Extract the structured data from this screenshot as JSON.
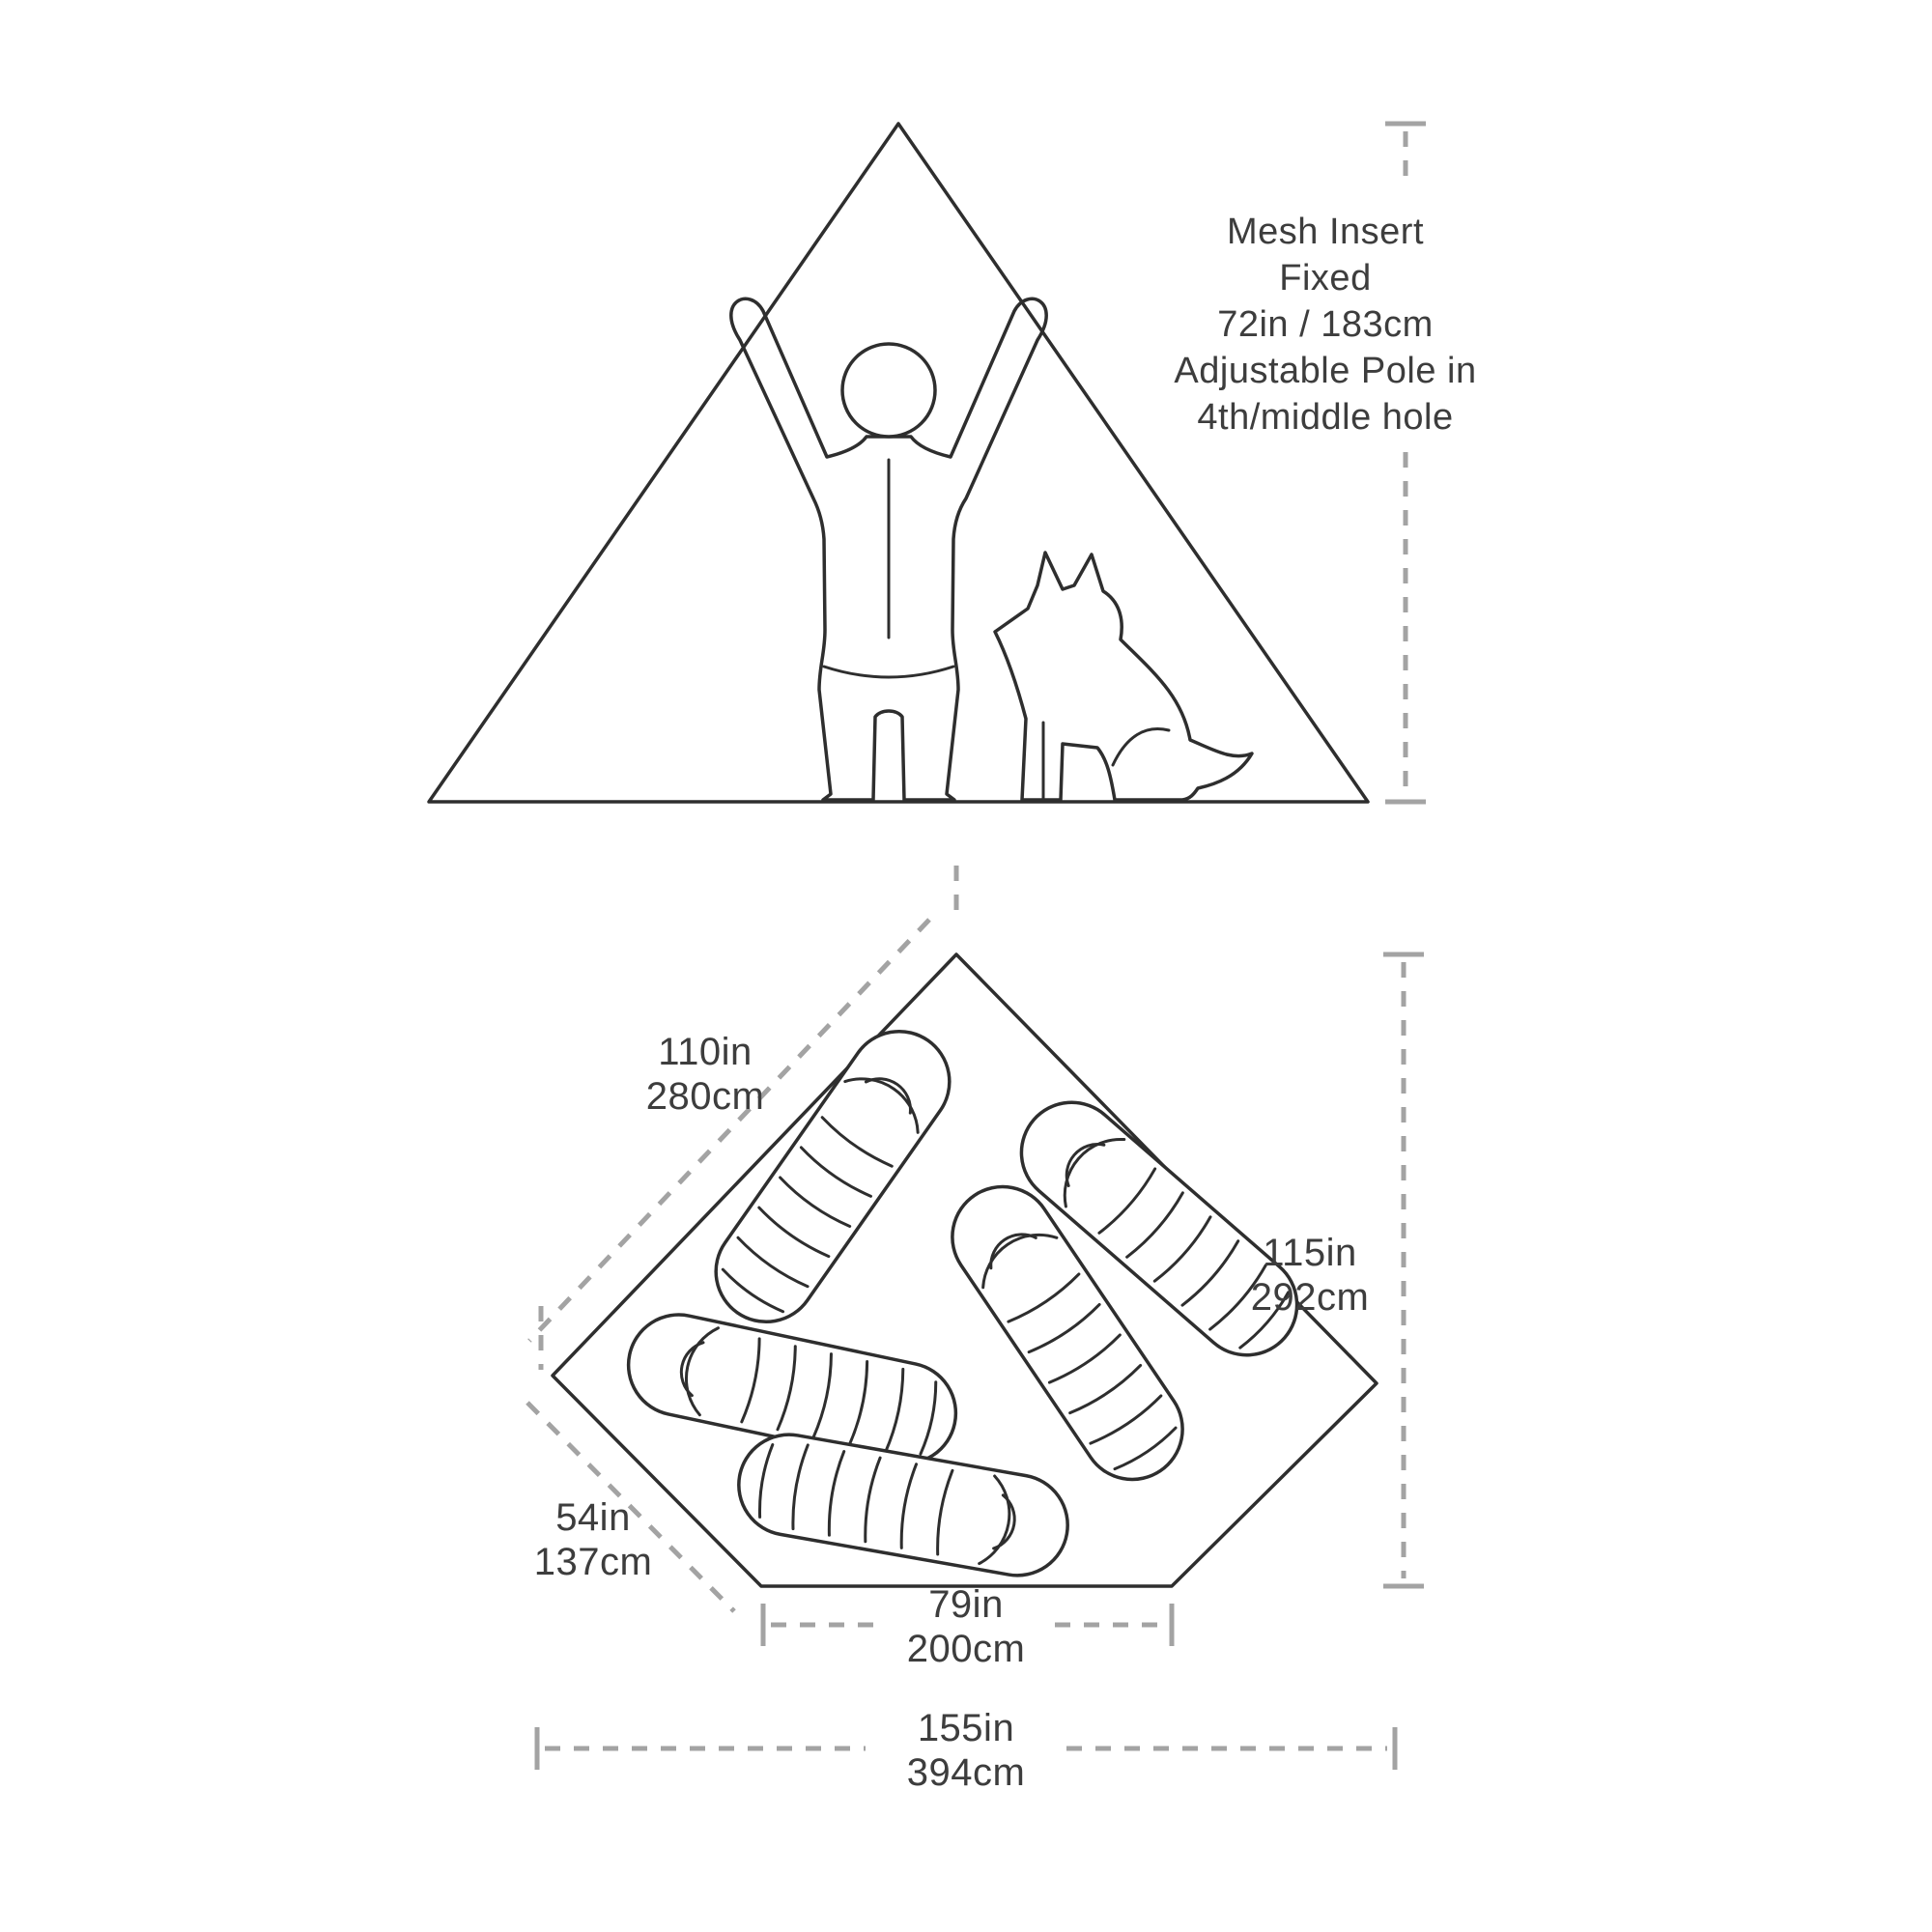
{
  "colors": {
    "background": "#ffffff",
    "outline": "#2e2e2e",
    "dimension": "#a3a3a3",
    "label": "#3d3d3d"
  },
  "side_view": {
    "annotation": [
      "Mesh Insert",
      "Fixed",
      "72in / 183cm",
      "Adjustable Pole in",
      "4th/middle hole"
    ]
  },
  "floor_plan": {
    "sleeping_bag_count": 5,
    "dims": {
      "slope": {
        "in": "110in",
        "cm": "280cm"
      },
      "height": {
        "in": "115in",
        "cm": "292cm"
      },
      "door_side": {
        "in": "54in",
        "cm": "137cm"
      },
      "door_width": {
        "in": "79in",
        "cm": "200cm"
      },
      "width": {
        "in": "155in",
        "cm": "394cm"
      }
    }
  }
}
